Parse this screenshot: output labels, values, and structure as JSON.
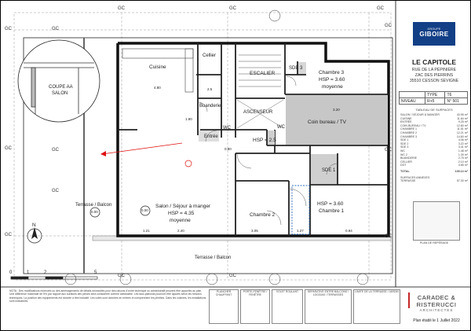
{
  "plan": {
    "rooms": {
      "cuisine": "Cuisine",
      "cellier": "Cellier",
      "escalier": "ESCALIER",
      "sde3": "SDE 3",
      "chambre3": "Chambre 3",
      "chambre3_hsp": "HSP = 3.60",
      "chambre3_moy": "moyenne",
      "buanderie": "Buanderie",
      "ascenseur": "ASCENSEUR",
      "coin_bureau": "Coin bureau / TV",
      "wc": "WC",
      "wc2": "WC",
      "entree": "Entrée",
      "hsp_entree": "HSP = 2.5",
      "sde1": "SDE 1",
      "salon": "Salon / Séjour à manger",
      "salon_hsp": "HSP = 4.35",
      "salon_moy": "moyenne",
      "chambre2": "Chambre 2",
      "hsp_ch1": "HSP = 3.60",
      "chambre1": "Chambre 1",
      "terrasse_left": "Terrasse / Balcon",
      "terrasse_left_lvl": "0.00",
      "terrasse_bottom": "Terrasse / Balcon",
      "level_marker": "0.00",
      "coupe_title": "COUPE AA",
      "coupe_sub": "SALON"
    },
    "grid_marks": [
      "GC",
      "GC",
      "GC",
      "GC",
      "GC",
      "GC",
      "GC",
      "GC",
      "GC",
      "GC",
      "GC",
      "GC",
      "GC",
      "GC"
    ],
    "dims": [
      "4.80",
      "2.5",
      "1.90",
      "3.20",
      "0.80",
      "1.21",
      "2.40",
      "3.05",
      "1.27",
      "0.94"
    ],
    "north_label": "N",
    "scale_labels": [
      "0",
      "1",
      "2",
      "5"
    ]
  },
  "panel": {
    "brand_small": "GROUPE",
    "brand_big": "GIBOIRE",
    "project": "LE CAPITOLE",
    "address": [
      "RUE DE LA PÉPINIÈRE",
      "ZAC DES PIERRINS",
      "35510 CESSON SEVIGNE"
    ],
    "type_header": "TYPE",
    "type_value": "T6",
    "niveau_label": "NIVEAU",
    "niveau_value": "R+5",
    "num_label": "N°",
    "num_value": "501",
    "surf_title": "TABLEAU DE SURFACES",
    "surfaces": [
      {
        "room": "SALON / SÉJOUR À MANGER",
        "area": "43.95 m²"
      },
      {
        "room": "CUISINE",
        "area": "11.84 m²"
      },
      {
        "room": "ENTRÉE",
        "area": "9.25 m²"
      },
      {
        "room": "COIN BUREAU / TV",
        "area": "12.60 m²"
      },
      {
        "room": "CHAMBRE 1",
        "area": "11.51 m²"
      },
      {
        "room": "CHAMBRE 2",
        "area": "12.21 m²"
      },
      {
        "room": "CHAMBRE 3",
        "area": "14.60 m²"
      },
      {
        "room": "SDE 1",
        "area": "4.06 m²"
      },
      {
        "room": "SDE 2",
        "area": "3.22 m²"
      },
      {
        "room": "SDE 3",
        "area": "3.41 m²"
      },
      {
        "room": "WC",
        "area": "1.48 m²"
      },
      {
        "room": "WC 2",
        "area": "1.39 m²"
      },
      {
        "room": "BUANDERIE",
        "area": "2.75 m²"
      },
      {
        "room": "CELLIER",
        "area": "2.10 m²"
      },
      {
        "room": "DGT",
        "area": "4.85 m²"
      }
    ],
    "total_label": "TOTAL",
    "total_value": "139.14 m²",
    "annex_rows": [
      {
        "room": "SURFACES ANNEXES",
        "area": ""
      },
      {
        "room": "TERRASSE",
        "area": "57.30 m²"
      }
    ],
    "map_caption": "PLAN DE REPÉRAGE"
  },
  "footer": {
    "note": "NOTA : Des modifications mineures ou des aménagements de détails nécessités pour des raisons d'ordre technique ou administratif peuvent être apportés au plan. Une différence maximale de 5% par rapport aux surfaces des pièces sera considérée comme admissible. Les faux-plafonds pourront être ajoutés selon les besoins techniques. La position des équipements est donnée à titre indicatif. Les cotes sont données en mètres et comprennent les plinthes. Dans les cuisines, les installations sont indicatives.",
    "legend_titles": [
      "PLANCHER CHAUFFANT",
      "PORTE-FENÊTRE / FENÊTRE",
      "VOLET ROULANT",
      "SEPARATIVE ENTRE BALCONS / LOGGIAS / TERRASSES",
      "LIMITE DE LA TERRASSE / JARDIN"
    ],
    "architect_line1": "CARADEC &",
    "architect_line2": "RISTERUCCI",
    "architect_sub": "ARCHITECTES",
    "date": "Plan établi le 1 Juillet 2022"
  }
}
